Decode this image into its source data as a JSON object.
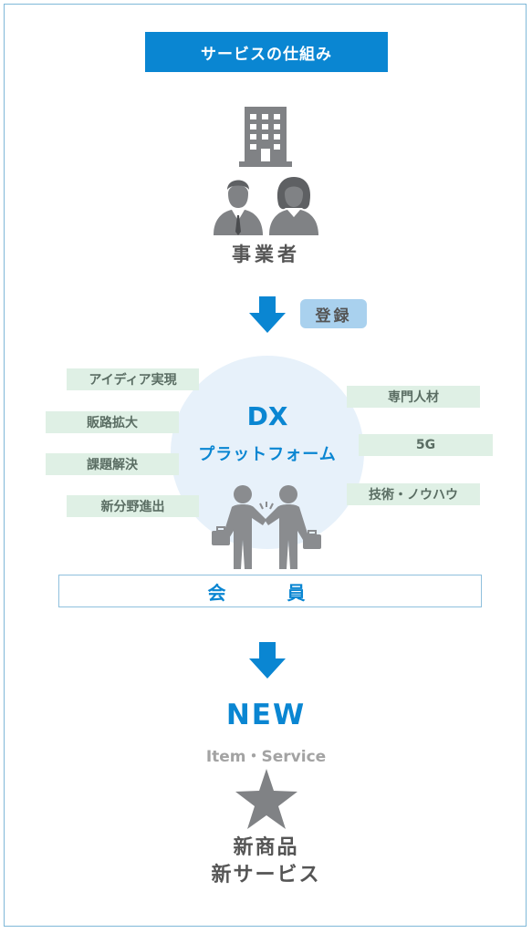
{
  "title": "サービスの仕組み",
  "business": {
    "label": "事業者"
  },
  "registration": {
    "label": "登録"
  },
  "platform": {
    "line1": "DX",
    "line2": "プラットフォーム"
  },
  "tags_left": [
    "アイディア実現",
    "販路拡大",
    "課題解決",
    "新分野進出"
  ],
  "tags_right": [
    "専門人材",
    "5G",
    "技術・ノウハウ"
  ],
  "member": {
    "label": "会 員"
  },
  "result": {
    "headline": "NEW",
    "subtitle": "Item・Service",
    "line1": "新商品",
    "line2": "新サービス"
  },
  "colors": {
    "accent": "#0a86d2",
    "tag_bg": "#dff0e5",
    "icon_gray": "#808285"
  },
  "icons": [
    "building-icon",
    "businessman-icon",
    "businesswoman-icon",
    "down-arrow-icon",
    "handshake-icon",
    "star-icon"
  ]
}
